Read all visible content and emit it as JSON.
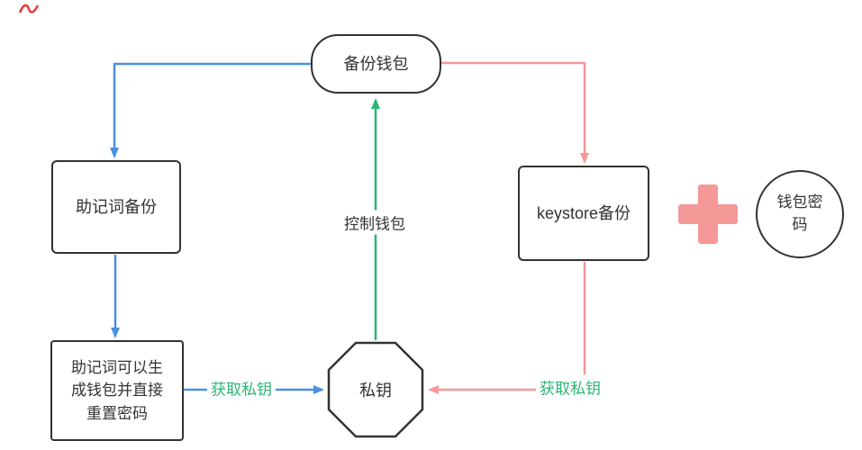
{
  "diagram": {
    "nodes": {
      "backup_wallet": {
        "label": "备份钱包"
      },
      "mnemonic_backup": {
        "label": "助记词备份"
      },
      "mnemonic_reset": {
        "label": "助记词可以生成钱包并直接重置密码"
      },
      "keystore_backup": {
        "label": "keystore备份"
      },
      "wallet_password": {
        "label": "钱包密码"
      },
      "private_key": {
        "label": "私钥"
      }
    },
    "edge_labels": {
      "control_wallet": {
        "label": "控制钱包"
      },
      "get_private_key_left": {
        "label": "获取私钥"
      },
      "get_private_key_right": {
        "label": "获取私钥"
      }
    },
    "colors": {
      "arrow_blue": "#4a90e2",
      "arrow_green": "#2bb673",
      "arrow_pink": "#f59898",
      "node_border": "#333333",
      "plus_sign": "#f59898",
      "scribble_red": "#e03a3a"
    }
  }
}
